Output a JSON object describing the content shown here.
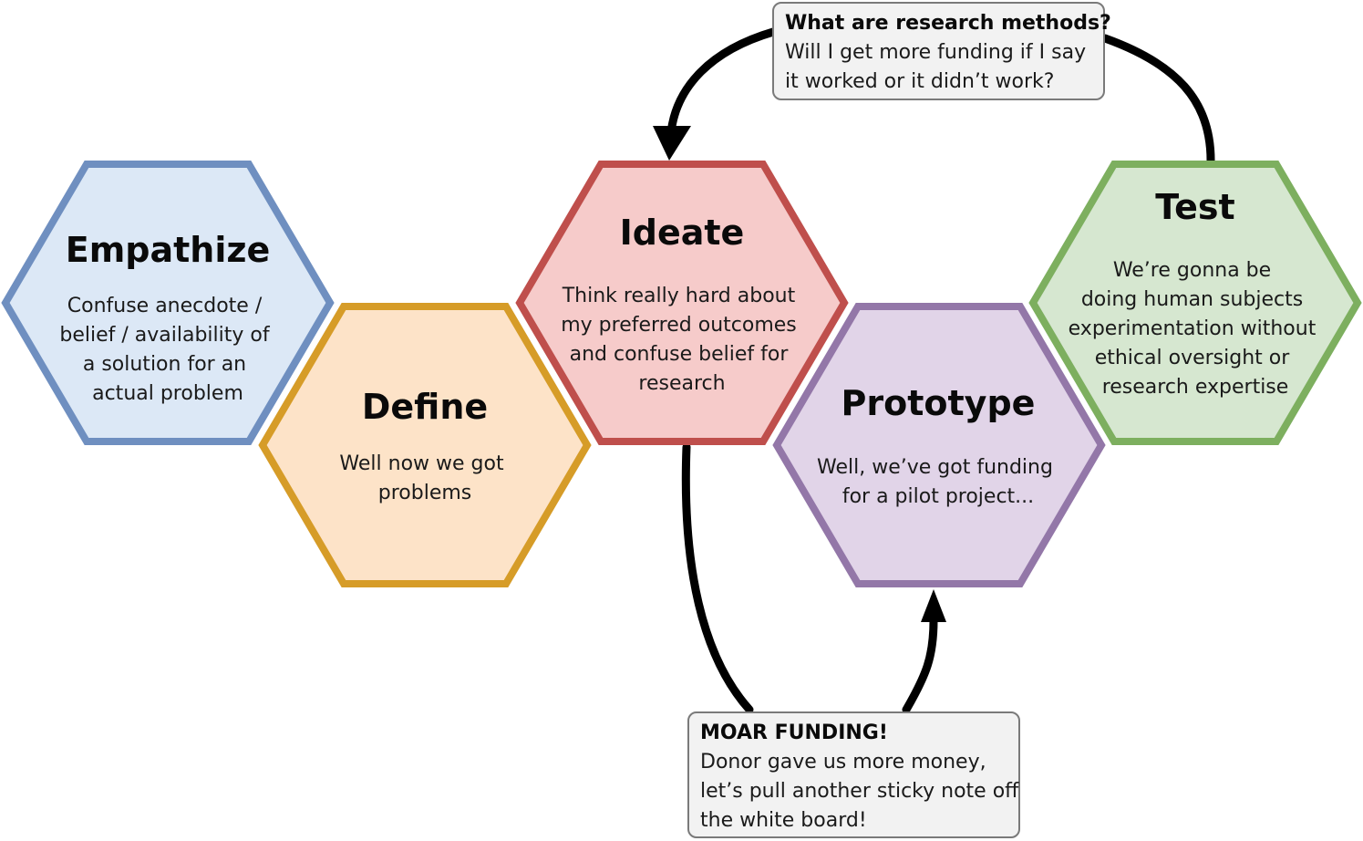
{
  "hexagons": {
    "empathize": {
      "title": "Empathize",
      "lines": [
        "Confuse anecdote /",
        "belief / availability of",
        "a solution for an",
        "actual problem"
      ],
      "stroke": "#6f8fc0",
      "fill": "#dce8f6"
    },
    "define": {
      "title": "Define",
      "lines": [
        "Well now we got",
        "problems"
      ],
      "stroke": "#d69c28",
      "fill": "#fde3c8"
    },
    "ideate": {
      "title": "Ideate",
      "lines": [
        "Think really hard about",
        "my preferred outcomes",
        "and confuse belief for",
        "research"
      ],
      "stroke": "#bf4f4c",
      "fill": "#f6cbca"
    },
    "prototype": {
      "title": "Prototype",
      "lines": [
        "Well, we’ve got funding",
        "for a pilot project..."
      ],
      "stroke": "#9377a8",
      "fill": "#e1d4e8"
    },
    "test": {
      "title": "Test",
      "lines": [
        "We’re gonna be",
        "doing human subjects",
        "experimentation without",
        "ethical oversight or",
        "research expertise"
      ],
      "stroke": "#7daf5f",
      "fill": "#d6e7d0"
    }
  },
  "notes": {
    "top": {
      "title": "What are research methods?",
      "lines": [
        "Will I get more funding if I say",
        "it worked or it didn’t work?"
      ]
    },
    "bottom": {
      "title": "MOAR FUNDING!",
      "lines": [
        "Donor gave us more money,",
        "let’s pull another sticky note off",
        "the white board!"
      ]
    }
  },
  "colors": {
    "note_fill": "#f2f2f2",
    "note_stroke": "#7a7a7a",
    "arrow": "#000000"
  }
}
